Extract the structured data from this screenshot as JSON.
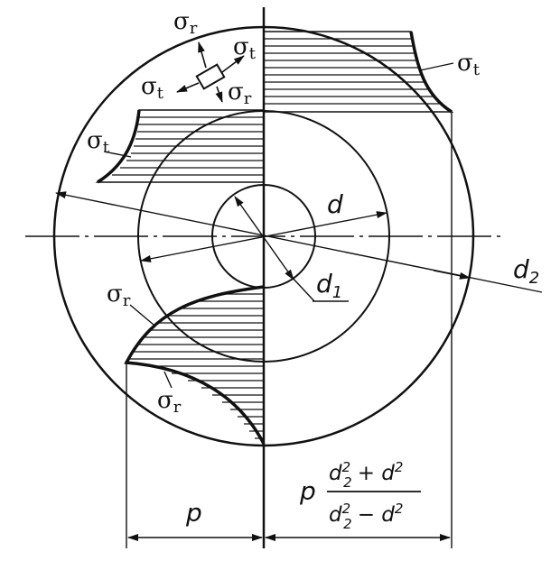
{
  "labels": {
    "sigma_t": "σ",
    "sigma_r": "σ",
    "t": "t",
    "r": "r",
    "d": "d",
    "d1": "d",
    "d1_sub": "1",
    "d2": "d",
    "d2_sub": "2",
    "p": "p"
  },
  "formula": {
    "prefix": "p",
    "num_a": "d",
    "num_a_sub": "2",
    "num_a_sup": "2",
    "num_op": "+ d",
    "num_b_sup": "2",
    "den_a": "d",
    "den_a_sub": "2",
    "den_a_sup": "2",
    "den_op": "− d",
    "den_b_sup": "2"
  }
}
